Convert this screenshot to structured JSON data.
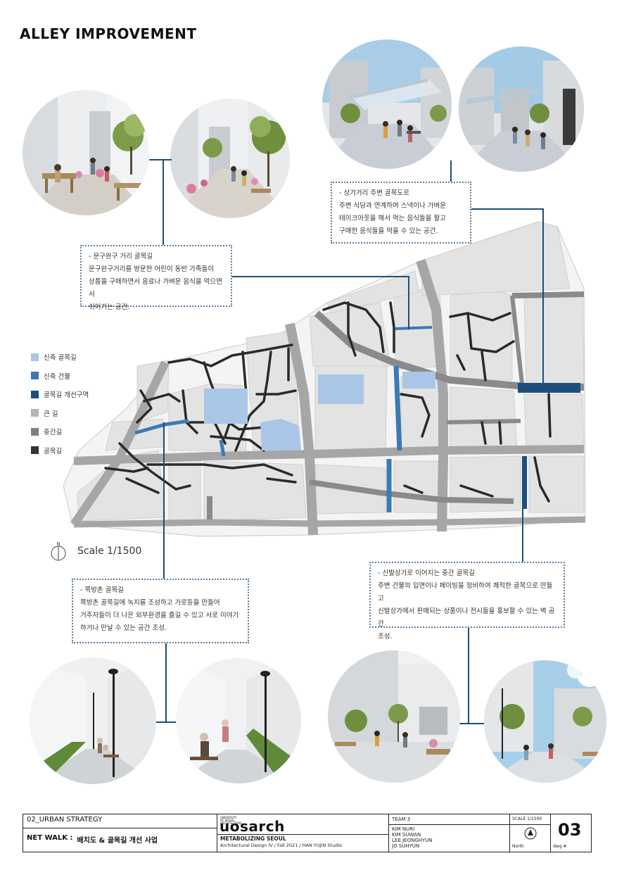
{
  "page": {
    "title": "ALLEY IMPROVEMENT"
  },
  "callouts": {
    "top_left": {
      "title": "- 문구완구 거리 골목길",
      "body": "문구완구거리를 방문한 어린이 동반 가족들이\n상품을 구매하면서 음료나 가벼운 음식을 먹으면서\n쉬어가는 공간."
    },
    "top_right": {
      "title": "- 상가거리 주변 골목도로",
      "body": "주변 식당과 연계하여 스낵이나 가벼운\n테이크아웃을 해서 먹는 음식들을 팔고\n구매한 음식들을 먹을 수 있는 공간."
    },
    "bottom_left": {
      "title": "- 쪽방촌 골목길",
      "body": "쪽방촌 골목길에 녹지를 조성하고 가로등을 만들어\n거주자들이 더 나은 외부환경을 즐길 수 있고 서로 이야기\n하거나 만날 수 있는 공간 조성."
    },
    "bottom_right": {
      "title": "- 신발상가로 이어지는 중간 골목길",
      "body": "주변 건물의 입면이나 페이빙을 정비하여 쾌적한 골목으로 만들고\n신발상가에서 판매되는 상품이나 전시들을 홍보할 수 있는 벽 공간\n조성."
    }
  },
  "legend": [
    {
      "label": "신축 골목길",
      "color": "#a9c6e6"
    },
    {
      "label": "신축 건물",
      "color": "#3c7ab3"
    },
    {
      "label": "골목길 개선구역",
      "color": "#1e4e7d"
    },
    {
      "label": "큰 길",
      "color": "#b4b4b4"
    },
    {
      "label": "중간길",
      "color": "#7e7e7e"
    },
    {
      "label": "골목길",
      "color": "#333333"
    }
  ],
  "scale": {
    "north_label": "N",
    "text": "Scale 1/1500"
  },
  "colors": {
    "road_main": "#a6a6a6",
    "road_mid": "#8a8a8a",
    "alley": "#2a2a2a",
    "new_alley": "#a9c6e6",
    "new_building": "#3c7ab3",
    "improve_zone": "#1e4e7d",
    "leader": "#1d4f7a"
  },
  "title_block": {
    "section": "02_URBAN STRATEGY",
    "project_prefix": "NET WALK :",
    "project_title": "배치도 & 골목길 개선 사업",
    "logo_small": "UNIVERSITY OF SEOUL ARCHITECTURE",
    "logo": "uosarch",
    "course_title": "METABOLIZING SEOUL",
    "course_info": "Architectural Design IV / Fall 2021 / HAN YUJIN Studio",
    "team_label": "TEAM 3",
    "members": [
      "KIM NURI",
      "KIM SUWAN",
      "LEE JEONGHYUN",
      "JO SUHYUN"
    ],
    "scale_label": "SCALE 1/1500",
    "north_label": "North",
    "dwg_label": "dwg #",
    "sheet_number": "03"
  }
}
